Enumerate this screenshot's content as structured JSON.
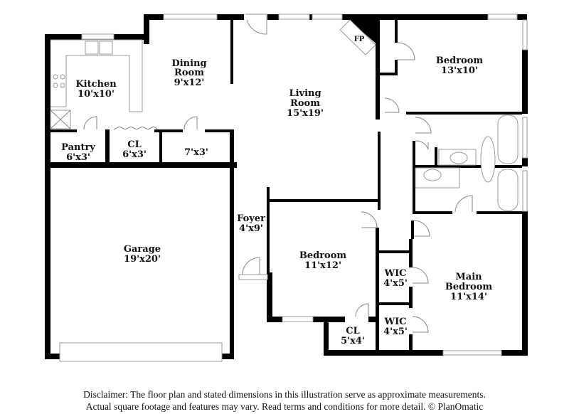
{
  "floorplan": {
    "rooms": [
      {
        "id": "kitchen",
        "name": "Kitchen",
        "dims": "10'x10'"
      },
      {
        "id": "dining",
        "name_line1": "Dining",
        "name_line2": "Room",
        "dims": "9'x12'"
      },
      {
        "id": "living",
        "name_line1": "Living",
        "name_line2": "Room",
        "dims": "15'x19'"
      },
      {
        "id": "bedroom_ne",
        "name": "Bedroom",
        "dims": "13'x10'"
      },
      {
        "id": "pantry",
        "name": "Pantry",
        "dims": "6'x3'"
      },
      {
        "id": "cl_laundry",
        "name": "CL",
        "dims": "6'x3'"
      },
      {
        "id": "hall",
        "name": "",
        "dims": "7'x3'"
      },
      {
        "id": "garage",
        "name": "Garage",
        "dims": "19'x20'"
      },
      {
        "id": "foyer",
        "name": "Foyer",
        "dims": "4'x9'"
      },
      {
        "id": "bedroom_s",
        "name": "Bedroom",
        "dims": "11'x12'"
      },
      {
        "id": "cl_bed",
        "name": "CL",
        "dims": "5'x4'"
      },
      {
        "id": "wic1",
        "name": "WIC",
        "dims": "4'x5'"
      },
      {
        "id": "wic2",
        "name": "WIC",
        "dims": "4'x5'"
      },
      {
        "id": "main_bedroom",
        "name_line1": "Main",
        "name_line2": "Bedroom",
        "dims": "11'x14'"
      }
    ],
    "fireplace_label": "FP"
  },
  "disclaimer": {
    "line1": "Disclaimer: The floor plan and stated dimensions in this illustration serve as approximate measurements.",
    "line2": "Actual square footage and features may vary. Read terms and conditions for more detail. © PlanOmatic"
  }
}
